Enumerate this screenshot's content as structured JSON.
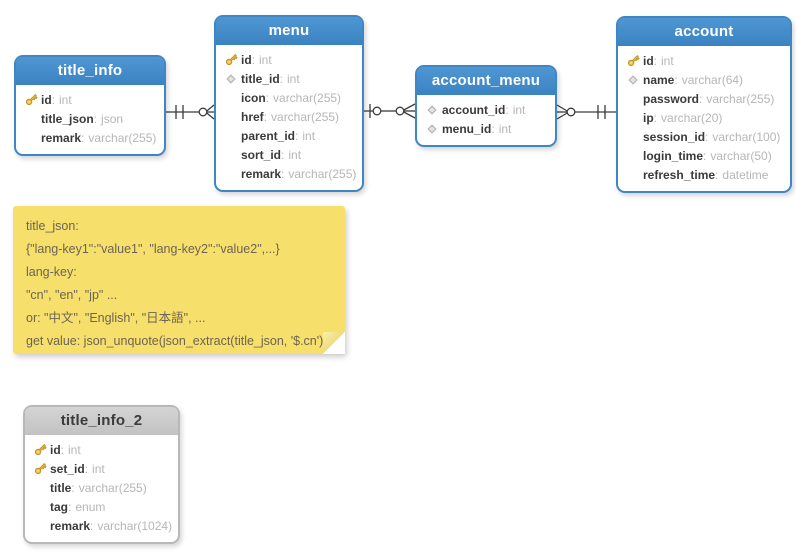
{
  "ui": {
    "colon": ":"
  },
  "colors": {
    "table_blue_border": "#3e86c5",
    "table_gray_border": "#b8b8b8",
    "note_yellow": "#f7df6c",
    "connector_line": "#3c3c3c",
    "key_icon_gold": "#f2c83f",
    "field_name_text": "#3a3a3a",
    "field_type_text": "#b6b6b6"
  },
  "tables": {
    "title_info": {
      "title": "title_info",
      "theme": "blue",
      "fields": [
        {
          "icon": "key",
          "name": "id",
          "type": "int"
        },
        {
          "icon": "none",
          "name": "title_json",
          "type": "json"
        },
        {
          "icon": "none",
          "name": "remark",
          "type": "varchar(255)"
        }
      ]
    },
    "menu": {
      "title": "menu",
      "theme": "blue",
      "fields": [
        {
          "icon": "key",
          "name": "id",
          "type": "int"
        },
        {
          "icon": "diamond",
          "name": "title_id",
          "type": "int"
        },
        {
          "icon": "none",
          "name": "icon",
          "type": "varchar(255)"
        },
        {
          "icon": "none",
          "name": "href",
          "type": "varchar(255)"
        },
        {
          "icon": "none",
          "name": "parent_id",
          "type": "int"
        },
        {
          "icon": "none",
          "name": "sort_id",
          "type": "int"
        },
        {
          "icon": "none",
          "name": "remark",
          "type": "varchar(255)"
        }
      ]
    },
    "account_menu": {
      "title": "account_menu",
      "theme": "blue",
      "fields": [
        {
          "icon": "diamond",
          "name": "account_id",
          "type": "int"
        },
        {
          "icon": "diamond",
          "name": "menu_id",
          "type": "int"
        }
      ]
    },
    "account": {
      "title": "account",
      "theme": "blue",
      "fields": [
        {
          "icon": "key",
          "name": "id",
          "type": "int"
        },
        {
          "icon": "diamond",
          "name": "name",
          "type": "varchar(64)"
        },
        {
          "icon": "none",
          "name": "password",
          "type": "varchar(255)"
        },
        {
          "icon": "none",
          "name": "ip",
          "type": "varchar(20)"
        },
        {
          "icon": "none",
          "name": "session_id",
          "type": "varchar(100)"
        },
        {
          "icon": "none",
          "name": "login_time",
          "type": "varchar(50)"
        },
        {
          "icon": "none",
          "name": "refresh_time",
          "type": "datetime"
        }
      ]
    },
    "title_info_2": {
      "title": "title_info_2",
      "theme": "gray",
      "fields": [
        {
          "icon": "key",
          "name": "id",
          "type": "int"
        },
        {
          "icon": "key",
          "name": "set_id",
          "type": "int"
        },
        {
          "icon": "none",
          "name": "title",
          "type": "varchar(255)"
        },
        {
          "icon": "none",
          "name": "tag",
          "type": "enum"
        },
        {
          "icon": "none",
          "name": "remark",
          "type": "varchar(1024)"
        }
      ]
    }
  },
  "note": {
    "lines": [
      "title_json:",
      "{\"lang-key1\":\"value1\", \"lang-key2\":\"value2\",...}",
      "lang-key:",
      "\"cn\", \"en\", \"jp\" ...",
      "or: \"中文\", \"English\", \"日本語\", ...",
      "get value: json_unquote(json_extract(title_json, '$.cn')"
    ]
  },
  "connectors": [
    {
      "from": "title_info",
      "to": "menu",
      "from_cardinality": "exactly-one",
      "to_cardinality": "zero-or-many"
    },
    {
      "from": "menu",
      "to": "account_menu",
      "from_cardinality": "zero-or-one",
      "to_cardinality": "zero-or-many"
    },
    {
      "from": "account_menu",
      "to": "account",
      "from_cardinality": "zero-or-many",
      "to_cardinality": "exactly-one"
    }
  ]
}
